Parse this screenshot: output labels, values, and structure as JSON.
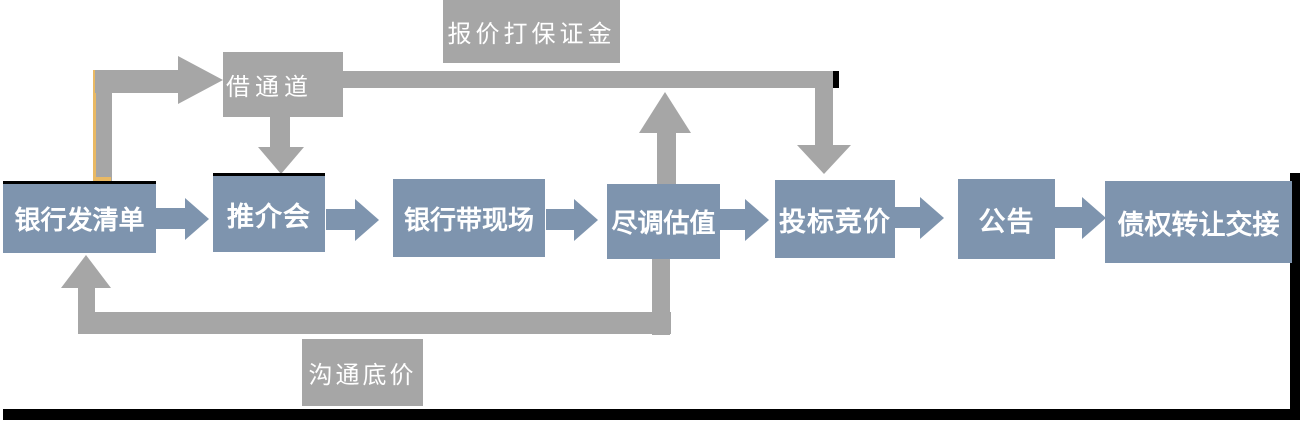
{
  "diagram": {
    "title": "debt-asset auction / transfer process flow",
    "main_flow": [
      {
        "label": "银行发清单"
      },
      {
        "label": "推介会"
      },
      {
        "label": "银行带现场"
      },
      {
        "label": "尽调估值"
      },
      {
        "label": "投标竞价"
      },
      {
        "label": "公告"
      },
      {
        "label": "债权转让交接"
      }
    ],
    "annotations": {
      "borrow_channel": "借通道",
      "bid_deposit": "报价打保证金",
      "communicate_floor_price": "沟通底价"
    },
    "connections": [
      "银行发清单 → 推介会 → 银行带现场 → 尽调估值 → 投标竞价 → 公告 → 债权转让交接",
      "银行发清单 ↑→ 借通道 (elbow arrow up-right)",
      "借通道 ↓ 推介会",
      "借通道 → 报价打保证金 bar → ↓ 投标竞价",
      "尽调估值 ↑ 报价打保证金 bar",
      "尽调估值 ↓← 沟通底价 bar →↑ 银行发清单"
    ],
    "colors": {
      "node_fill": "#7e94ae",
      "connector_gray": "#a6a6a6",
      "highlight_yellow": "#e9b964",
      "text": "#ffffff",
      "frame_black": "#000000",
      "background": "#ffffff"
    }
  }
}
